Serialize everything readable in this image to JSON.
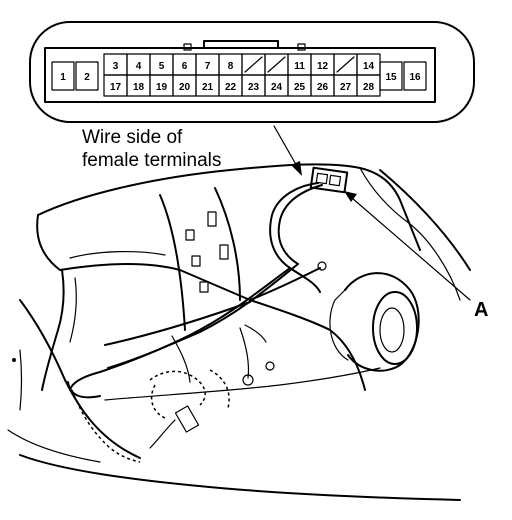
{
  "connector": {
    "top_row": [
      "3",
      "4",
      "5",
      "6",
      "7",
      "8",
      "",
      "",
      "11",
      "12",
      "",
      "14"
    ],
    "bottom_row": [
      "17",
      "18",
      "19",
      "20",
      "21",
      "22",
      "23",
      "24",
      "25",
      "26",
      "27",
      "28"
    ],
    "left_pins": [
      "1",
      "2"
    ],
    "right_pins": [
      "15",
      "16"
    ]
  },
  "label": {
    "line1": "Wire side of",
    "line2": "female terminals"
  },
  "callout": {
    "a": "A"
  }
}
